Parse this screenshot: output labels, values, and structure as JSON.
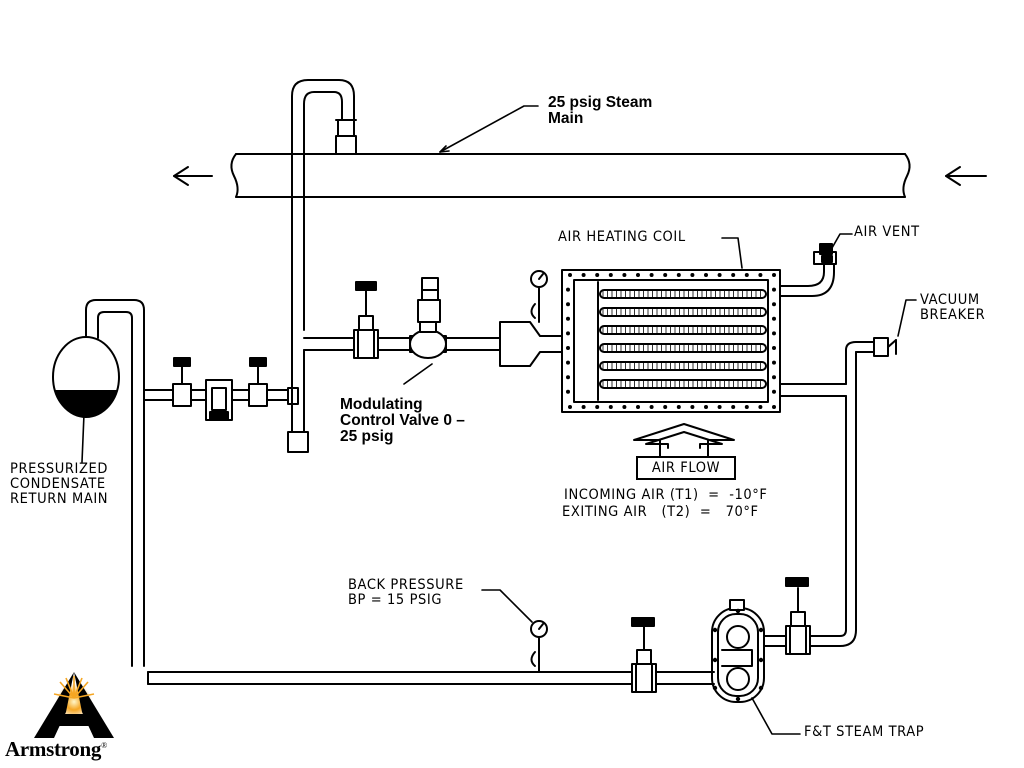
{
  "labels": {
    "steam_main": "25 psig Steam\nMain",
    "air_heating_coil": "AIR HEATING COIL",
    "air_vent": "AIR VENT",
    "vacuum_breaker": "VACUUM\nBREAKER",
    "modulating_valve": "Modulating\nControl Valve 0 –\n25 psig",
    "condensate_main": "PRESSURIZED\nCONDENSATE\nRETURN MAIN",
    "air_flow": "AIR FLOW",
    "incoming_air": "INCOMING AIR (T1)  =  -10°F",
    "exiting_air": "EXITING AIR   (T2)  =   70°F",
    "back_pressure": "BACK PRESSURE\nBP = 15 PSIG",
    "steam_trap": "F&T STEAM TRAP"
  },
  "logo": {
    "name": "Armstrong",
    "mark": "®"
  },
  "colors": {
    "line": "#000000",
    "background": "#ffffff",
    "logo_glow": "#f5a623"
  },
  "icons": [
    "flow-arrow-left-icon",
    "gauge-icon",
    "globe-valve-icon",
    "strainer-icon",
    "air-vent-icon",
    "steam-trap-icon",
    "armstrong-logo-icon"
  ]
}
